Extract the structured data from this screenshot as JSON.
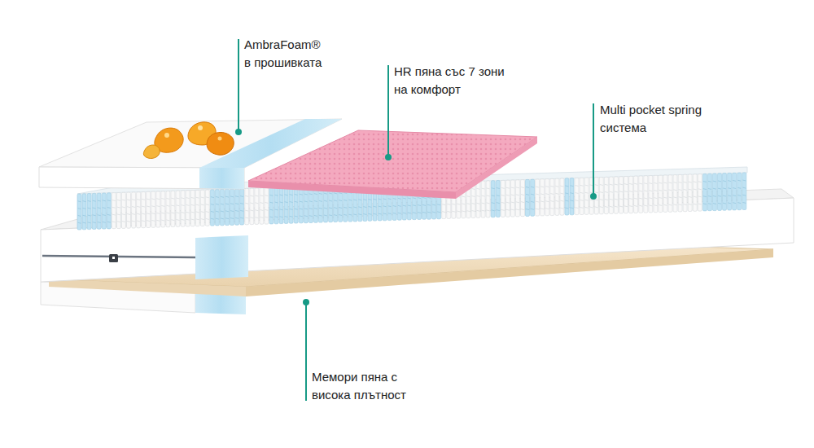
{
  "diagram": {
    "labels": [
      "AmbraFoam® в прошивката",
      "HR пяна със 7 зони на комфорт",
      "Multi pocket spring система",
      "Мемори пяна с висока плътност"
    ]
  }
}
